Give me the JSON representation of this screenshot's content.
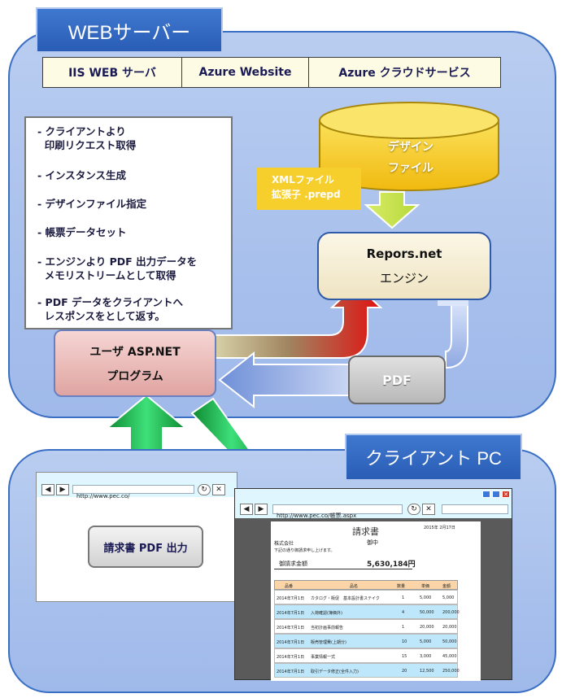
{
  "web_server": {
    "title": "WEBサーバー",
    "platforms": [
      "IIS WEB サーバ",
      "Azure Website",
      "Azure クラウドサービス"
    ]
  },
  "process_notes": [
    "- クライアントより\n  印刷リクエスト取得",
    "- インスタンス生成",
    "- デザインファイル指定",
    "- 帳票データセット",
    "- エンジンより PDF 出力データを\n  メモリストリームとして取得",
    "- PDF データをクライアントへ\n  レスポンスをとして返す。"
  ],
  "design_file": {
    "label_line1": "デザイン",
    "label_line2": "ファイル"
  },
  "xml_note": {
    "line1": "XMLファイル",
    "line2": "拡張子 .prepd"
  },
  "engine": {
    "line1": "Repors.net",
    "line2": "エンジン"
  },
  "pdf_box": {
    "label": "PDF"
  },
  "user_program": {
    "line1": "ユーザ ASP.NET",
    "line2": "プログラム"
  },
  "client": {
    "title": "クライアント PC"
  },
  "invoice_button": {
    "label": "請求書 PDF 出力"
  },
  "browser_back": {
    "url": "http://www.pec.co/"
  },
  "browser_front": {
    "url": "http://www.pec.co/帳票.aspx",
    "invoice": {
      "title": "請求書",
      "date": "2015年 2月17日",
      "customer": "株式会社",
      "honorific": "御中",
      "greeting": "下記の通り御請求申し上げます。",
      "amount_label": "御請求金額",
      "amount": "5,630,184円",
      "table_headers": [
        "品番",
        "品名",
        "数量",
        "単価",
        "金額"
      ],
      "rows": [
        [
          "2014年7月1日",
          "カタログ・販促　基本設計書ステイク",
          "1",
          "5,000",
          "5,000"
        ],
        [
          "2014年7月1日",
          "入荷確認(簿価外)",
          "4",
          "50,000",
          "200,000"
        ],
        [
          "2014年7月1日",
          "当初計画事前報告",
          "1",
          "20,000",
          "20,000"
        ],
        [
          "2014年7月1日",
          "販売管理費(上期分)",
          "10",
          "5,000",
          "50,000"
        ],
        [
          "2014年7月1日",
          "事業情報一式",
          "15",
          "3,000",
          "45,000"
        ],
        [
          "2014年7月1日",
          "取引データ修正(全件入力)",
          "20",
          "12,500",
          "250,000"
        ]
      ]
    }
  },
  "colors": {
    "server_panel": "#a8c0ec",
    "title_tab": "#2f66c0",
    "design_file": "#f2c51a",
    "engine_box": "#f6efd8",
    "user_program": "#e8b8b5",
    "pdf_box": "#c9c9c9",
    "arrow_green": "#23b14d",
    "arrow_red": "#e01212",
    "arrow_blue": "#8ea8e2"
  }
}
